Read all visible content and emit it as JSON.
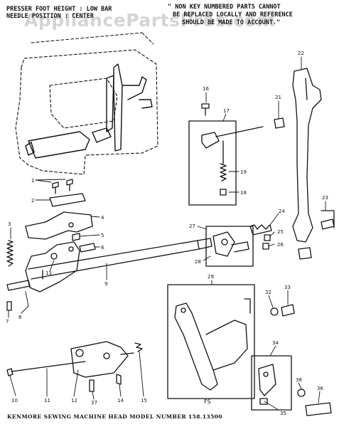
{
  "header": {
    "left_line1": "PRESSER FOOT HEIGHT : LOW BAR",
    "left_line2": "NEEDLE POSITION : CENTER",
    "right_line1": "\" NON KEY NUMBERED PARTS CANNOT",
    "right_line2": "BE REPLACED LOCALLY AND REFERENCE",
    "right_line3": "SHOULD BE MADE TO ACCOUNT.\""
  },
  "watermark": "AppliancePartsPros.com",
  "footer_code": "FS",
  "footer": "KENMORE  SEWING  MACHINE  HEAD   MODEL  NUMBER  158.13500",
  "callouts": {
    "c1": "1",
    "c2": "2",
    "c3": "3",
    "c4": "4",
    "c5": "5",
    "c6": "6",
    "c7": "7",
    "c8": "8",
    "c9": "9",
    "c10": "10",
    "c11": "11",
    "c12": "12",
    "c13": "13",
    "c14": "14",
    "c15": "15",
    "c16": "16",
    "c17": "17",
    "c18": "18",
    "c19": "19",
    "c21": "21",
    "c22": "22",
    "c23": "23",
    "c24": "24",
    "c25": "25",
    "c26": "26",
    "c27": "27",
    "c28": "28",
    "c29": "29",
    "c32": "32",
    "c33": "33",
    "c34": "34",
    "c35": "35",
    "c36": "36",
    "c37": "37",
    "c38": "38"
  }
}
